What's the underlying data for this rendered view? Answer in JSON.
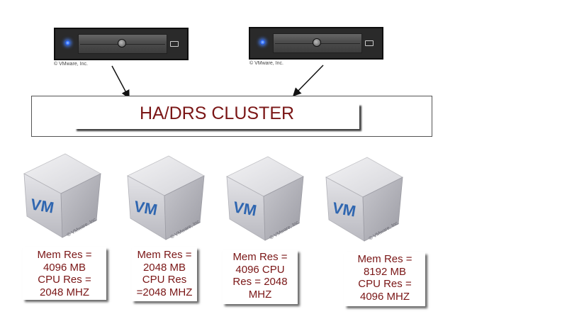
{
  "servers": [
    {
      "copyright": "© VMware, Inc."
    },
    {
      "copyright": "© VMware, Inc."
    }
  ],
  "cluster": {
    "label": "HA/DRS  CLUSTER"
  },
  "vms": [
    {
      "badge": "VM",
      "copyright": "© VMware, Inc.",
      "note": "Mem Res =\n4096 MB\nCPU Res =\n2048 MHZ"
    },
    {
      "badge": "VM",
      "copyright": "© VMware, Inc.",
      "note": "Mem Res =\n2048 MB\nCPU Res\n=2048 MHZ"
    },
    {
      "badge": "VM",
      "copyright": "© VMware, Inc.",
      "note": "Mem Res =\n4096   CPU\nRes = 2048\nMHZ"
    },
    {
      "badge": "VM",
      "copyright": "© VMware, Inc.",
      "note": "Mem Res =\n8192 MB\nCPU Res =\n4096 MHZ"
    }
  ]
}
